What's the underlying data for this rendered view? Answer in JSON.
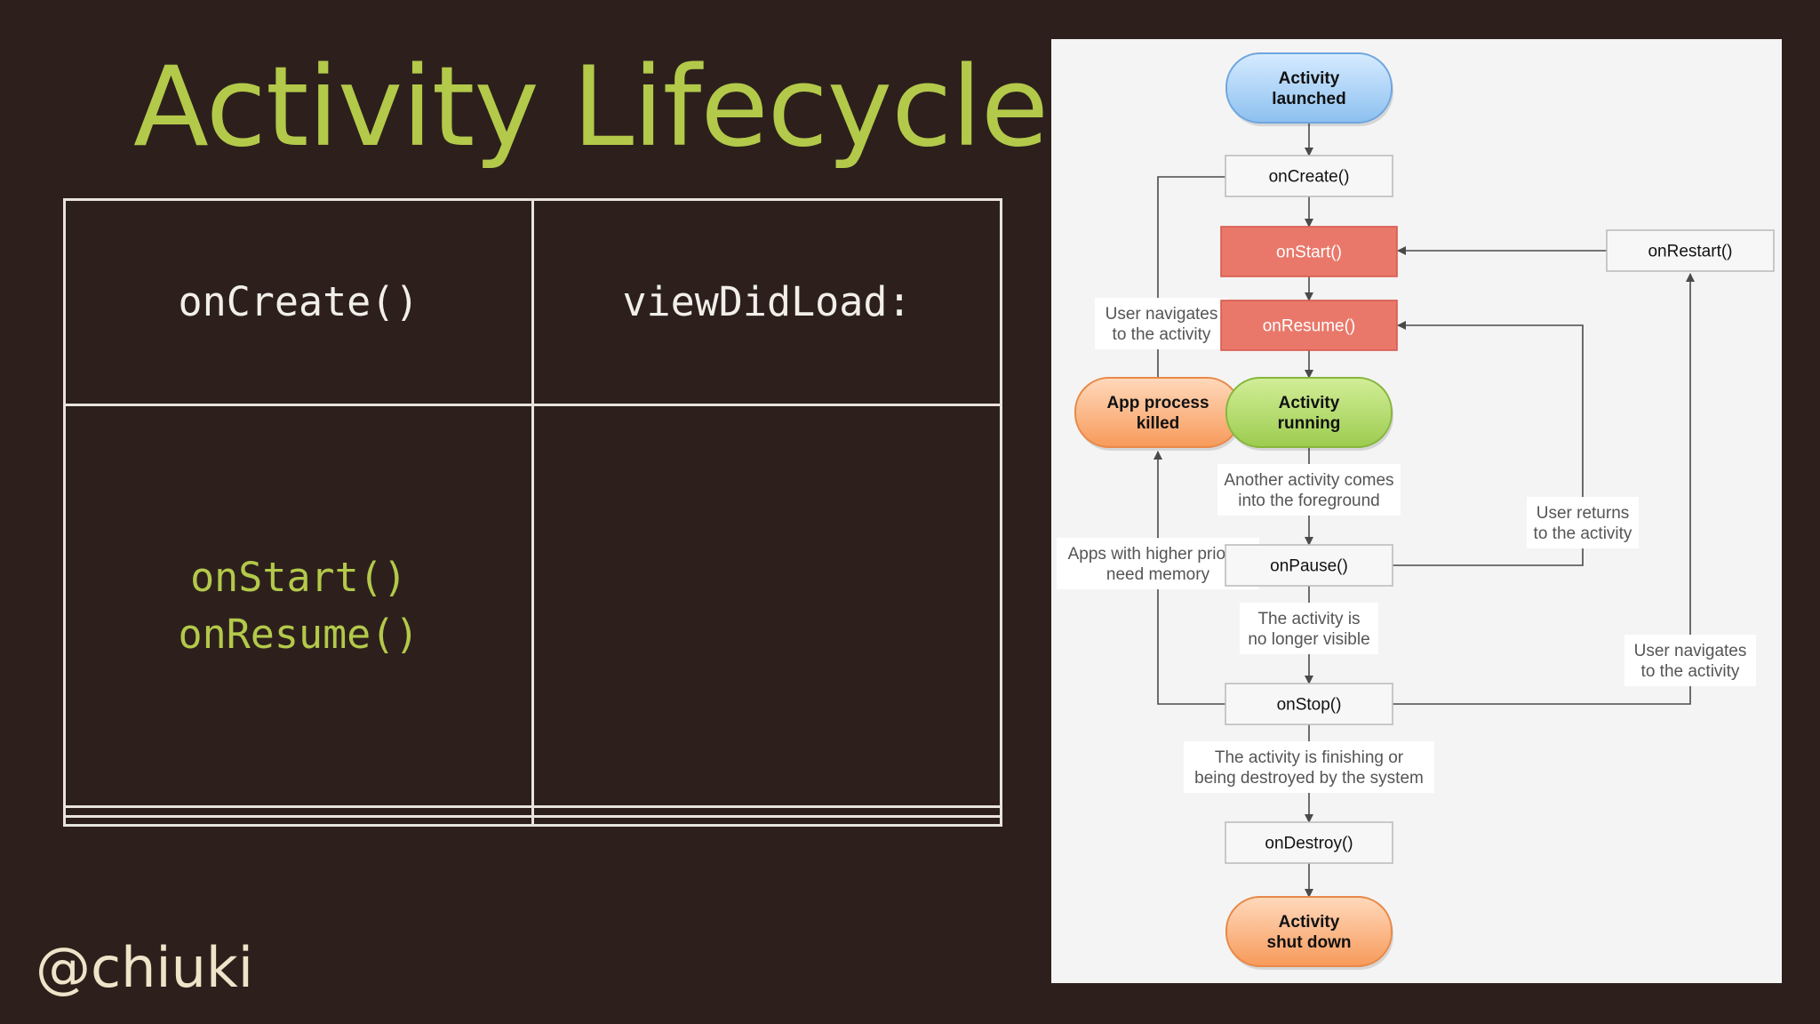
{
  "slide": {
    "title": "Activity Lifecycle",
    "handle": "@chiuki"
  },
  "comparison_table": {
    "rows": [
      [
        [
          "onCreate()"
        ],
        [
          "viewDidLoad:"
        ]
      ],
      [
        [
          "onStart()",
          "onResume()"
        ],
        []
      ],
      [
        [],
        []
      ],
      [
        [],
        []
      ]
    ],
    "highlighted_cells": [
      "1-0"
    ]
  },
  "lifecycle_diagram": {
    "nodes": {
      "launched": {
        "lines": [
          "Activity",
          "launched"
        ]
      },
      "onCreate": {
        "lines": [
          "onCreate()"
        ]
      },
      "onStart": {
        "lines": [
          "onStart()"
        ]
      },
      "onRestart": {
        "lines": [
          "onRestart()"
        ]
      },
      "onResume": {
        "lines": [
          "onResume()"
        ]
      },
      "killed": {
        "lines": [
          "App process",
          "killed"
        ]
      },
      "running": {
        "lines": [
          "Activity",
          "running"
        ]
      },
      "onPause": {
        "lines": [
          "onPause()"
        ]
      },
      "onStop": {
        "lines": [
          "onStop()"
        ]
      },
      "onDestroy": {
        "lines": [
          "onDestroy()"
        ]
      },
      "shutdown": {
        "lines": [
          "Activity",
          "shut down"
        ]
      }
    },
    "edge_labels": {
      "user_navigates_left": [
        "User navigates",
        "to the activity"
      ],
      "another_activity": [
        "Another activity comes",
        "into the foreground"
      ],
      "user_returns": [
        "User returns",
        "to the activity"
      ],
      "higher_priority": [
        "Apps with higher priority",
        "need memory"
      ],
      "no_longer_visible": [
        "The activity is",
        "no longer visible"
      ],
      "user_navigates_right": [
        "User navigates",
        "to the activity"
      ],
      "finishing": [
        "The activity is finishing or",
        "being destroyed by the system"
      ]
    },
    "colors": {
      "blue": "#a9cff4",
      "red": "#e9786a",
      "green": "#b1d76a",
      "orange": "#f9b27f",
      "plain": "#f7f7f7",
      "line": "#4a4a4a"
    }
  }
}
